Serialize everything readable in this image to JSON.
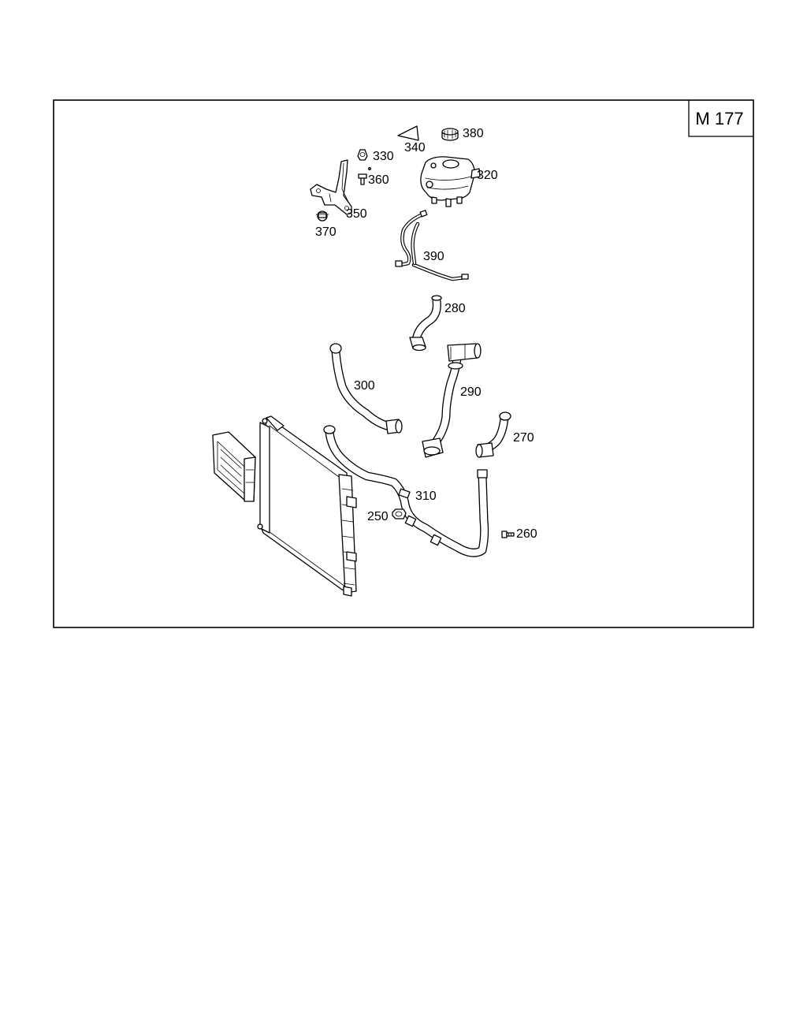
{
  "diagram": {
    "engine_code": "M 177",
    "colors": {
      "line": "#000000",
      "background": "#ffffff"
    },
    "parts": [
      {
        "id": "p250",
        "number": "250",
        "icon": "nut-icon"
      },
      {
        "id": "p260",
        "number": "260",
        "icon": "bolt-icon"
      },
      {
        "id": "p270",
        "number": "270",
        "icon": "hose-icon"
      },
      {
        "id": "p280",
        "number": "280",
        "icon": "hose-icon"
      },
      {
        "id": "p290",
        "number": "290",
        "icon": "hose-icon"
      },
      {
        "id": "p300",
        "number": "300",
        "icon": "hose-icon"
      },
      {
        "id": "p310",
        "number": "310",
        "icon": "pipe-icon"
      },
      {
        "id": "p320",
        "number": "320",
        "icon": "expansion-tank-icon"
      },
      {
        "id": "p330",
        "number": "330",
        "icon": "nut-icon"
      },
      {
        "id": "p340",
        "number": "340",
        "icon": "warning-label-icon"
      },
      {
        "id": "p350",
        "number": "350",
        "icon": "bracket-icon"
      },
      {
        "id": "p360",
        "number": "360",
        "icon": "bolt-icon"
      },
      {
        "id": "p370",
        "number": "370",
        "icon": "fastener-icon"
      },
      {
        "id": "p380",
        "number": "380",
        "icon": "cap-icon"
      },
      {
        "id": "p390",
        "number": "390",
        "icon": "vent-line-icon"
      }
    ]
  }
}
